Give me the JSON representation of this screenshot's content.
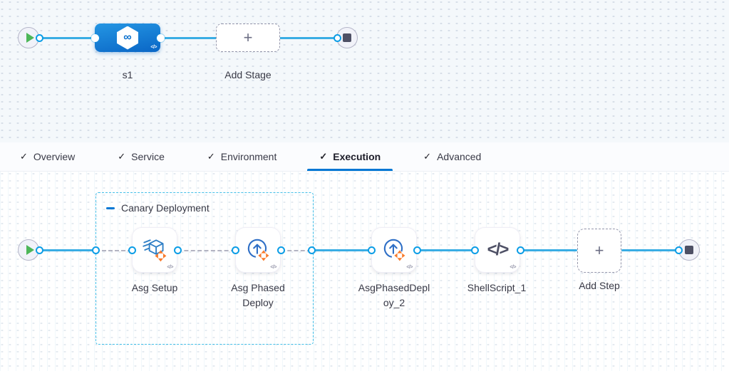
{
  "stage_pipeline": {
    "stage_label": "s1",
    "add_stage_label": "Add Stage"
  },
  "tabs": [
    {
      "label": "Overview",
      "checked": true,
      "active": false
    },
    {
      "label": "Service",
      "checked": true,
      "active": false
    },
    {
      "label": "Environment",
      "checked": true,
      "active": false
    },
    {
      "label": "Execution",
      "checked": true,
      "active": true
    },
    {
      "label": "Advanced",
      "checked": true,
      "active": false
    }
  ],
  "execution": {
    "group_label": "Canary Deployment",
    "steps": [
      {
        "label": "Asg Setup",
        "icon": "asg-setup-icon"
      },
      {
        "label": "Asg Phased Deploy",
        "icon": "asg-phased-deploy-icon"
      },
      {
        "label": "AsgPhasedDeploy_2",
        "icon": "asg-phased-deploy-icon"
      },
      {
        "label": "ShellScript_1",
        "icon": "shell-script-icon"
      }
    ],
    "add_step_label": "Add Step"
  },
  "icons": {
    "check": "✓",
    "plus": "+",
    "infinity": "∞",
    "code_badge": "</>",
    "shell": "</>"
  },
  "colors": {
    "accent_blue": "#0277d4",
    "connector_blue": "#39ade4",
    "port_ring_blue": "#0b9de6",
    "group_border_blue": "#43bfe8",
    "stage_node_blue": "#0a66c6",
    "play_green": "#4db658",
    "stop_slate": "#4e5065",
    "arrows_orange": "#f97a2b",
    "text_dark": "#383946",
    "canvas_top_bg": "#f4f8fb"
  }
}
